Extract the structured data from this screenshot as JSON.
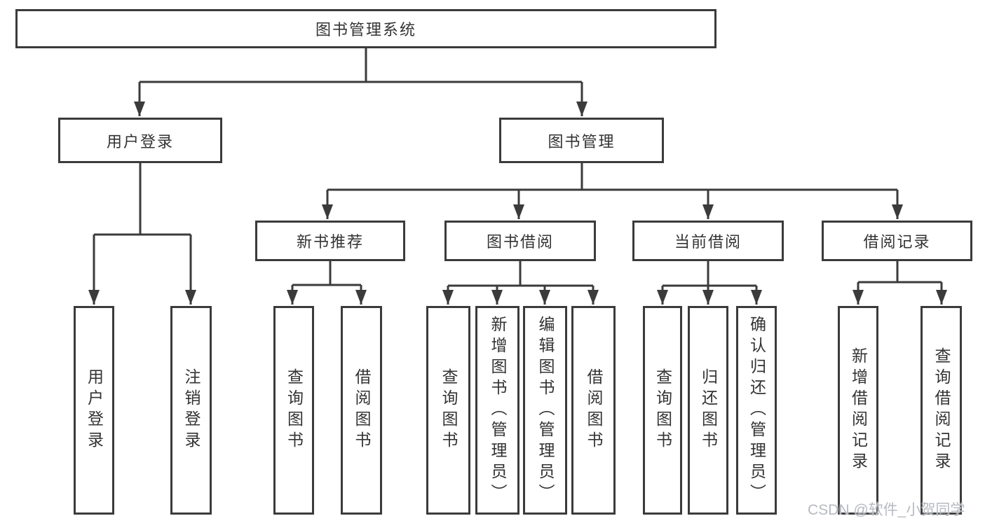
{
  "tree": {
    "root": {
      "label": "图书管理系统",
      "children": [
        {
          "label": "用户登录",
          "children": [
            {
              "label": "用户登录"
            },
            {
              "label": "注销登录"
            }
          ]
        },
        {
          "label": "图书管理",
          "children": [
            {
              "label": "新书推荐",
              "children": [
                {
                  "label": "查询图书"
                },
                {
                  "label": "借阅图书"
                }
              ]
            },
            {
              "label": "图书借阅",
              "children": [
                {
                  "label": "查询图书"
                },
                {
                  "label": "新增图书（管理员）"
                },
                {
                  "label": "编辑图书（管理员）"
                },
                {
                  "label": "借阅图书"
                }
              ]
            },
            {
              "label": "当前借阅",
              "children": [
                {
                  "label": "查询图书"
                },
                {
                  "label": "归还图书"
                },
                {
                  "label": "确认归还（管理员）"
                }
              ]
            },
            {
              "label": "借阅记录",
              "children": [
                {
                  "label": "新增借阅记录"
                },
                {
                  "label": "查询借阅记录"
                }
              ]
            }
          ]
        }
      ]
    }
  },
  "watermark": {
    "text": "CSDN @软件_小贺同学"
  },
  "colors": {
    "line": "#3b3b3b",
    "text": "#333333",
    "bg": "#ffffff",
    "watermark": "#b6bac0"
  }
}
